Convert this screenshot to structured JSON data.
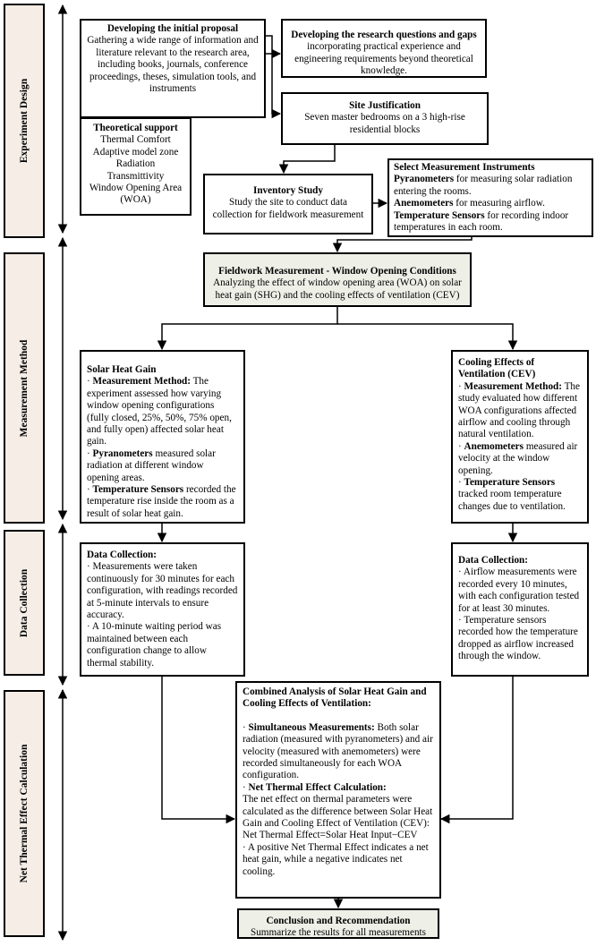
{
  "phases": [
    {
      "label": "Experiment Design"
    },
    {
      "label": "Measurement Method"
    },
    {
      "label": "Data Collection"
    },
    {
      "label": "Net Thermal Effect Calculation"
    }
  ],
  "boxes": {
    "initial_proposal": {
      "title": "Developing the initial proposal",
      "body": "Gathering a wide range of information and literature relevant to the research area, including books, journals, conference proceedings, theses, simulation tools, and instruments"
    },
    "research_questions": {
      "title": "Developing the research questions and gaps",
      "body": "incorporating practical experience and engineering requirements beyond theoretical knowledge."
    },
    "theoretical_support": {
      "title": "Theoretical support",
      "items": [
        "Thermal Comfort",
        "Adaptive model zone",
        "Radiation",
        "Transmittivity",
        "Window Opening Area (WOA)"
      ]
    },
    "site_justification": {
      "title": "Site Justification",
      "body": "Seven master bedrooms on a 3 high-rise residential blocks"
    },
    "inventory_study": {
      "title": "Inventory Study",
      "body": "Study the site to conduct data collection for fieldwork measurement"
    },
    "instruments": {
      "title": "Select Measurement Instruments",
      "items": [
        {
          "term": "Pyranometers",
          "text": " for measuring solar radiation entering the rooms."
        },
        {
          "term": "Anemometers",
          "text": " for measuring airflow."
        },
        {
          "term": "Temperature Sensors",
          "text": " for recording indoor temperatures in each room."
        }
      ]
    },
    "fieldwork": {
      "title": "Fieldwork Measurement - Window Opening Conditions",
      "body": "Analyzing the effect of window opening area (WOA) on solar heat gain (SHG) and the cooling effects of ventilation (CEV)"
    },
    "solar_heat_gain": {
      "title": "Solar Heat Gain",
      "items": [
        {
          "prefix": "· ",
          "term": "Measurement Method:",
          "text": " The experiment assessed how varying window opening configurations (fully closed, 25%, 50%, 75% open, and fully open) affected solar heat gain."
        },
        {
          "prefix": "· ",
          "term": "Pyranometers",
          "text": " measured solar radiation at different window opening areas."
        },
        {
          "prefix": "· ",
          "term": "Temperature Sensors",
          "text": " recorded the temperature rise inside the room as a result of solar heat gain."
        }
      ]
    },
    "cooling_effects": {
      "title": "Cooling Effects of Ventilation (CEV)",
      "items": [
        {
          "prefix": "· ",
          "term": "Measurement Method:",
          "text": " The study evaluated how different WOA configurations affected airflow and cooling through natural ventilation."
        },
        {
          "prefix": "· ",
          "term": "Anemometers",
          "text": " measured air velocity at the window opening."
        },
        {
          "prefix": "· ",
          "term": "Temperature Sensors",
          "text": " tracked room temperature changes due to ventilation."
        }
      ]
    },
    "data_collection_left": {
      "title": "Data Collection:",
      "items": [
        "· Measurements were taken continuously for 30 minutes for each configuration, with readings recorded at 5-minute intervals to ensure accuracy.",
        "· A 10-minute waiting period was maintained between each configuration change to allow thermal stability."
      ]
    },
    "data_collection_right": {
      "title": "Data Collection:",
      "items": [
        "· Airflow measurements were recorded every 10 minutes, with each configuration tested for at least 30 minutes.",
        "· Temperature sensors recorded how the temperature dropped as airflow increased through the window."
      ]
    },
    "combined_analysis": {
      "title": "Combined Analysis of Solar Heat Gain and Cooling Effects of Ventilation:",
      "s1_prefix": "· ",
      "s1_term": "Simultaneous Measurements:",
      "s1_text": " Both solar radiation (measured with pyranometers) and air velocity (measured with anemometers) were recorded simultaneously for each WOA configuration.",
      "s2_prefix": "· ",
      "s2_term": "Net Thermal Effect Calculation:",
      "s2_text": "The net effect on thermal parameters were calculated as the difference between Solar Heat Gain and Cooling Effect of Ventilation (CEV):",
      "formula": "Net Thermal Effect=Solar Heat Input−CEV",
      "s3_text": "· A positive Net Thermal Effect indicates a net heat gain, while a negative indicates net cooling."
    },
    "conclusion": {
      "title": "Conclusion and Recommendation",
      "body": "Summarize the results for all measurements"
    }
  }
}
